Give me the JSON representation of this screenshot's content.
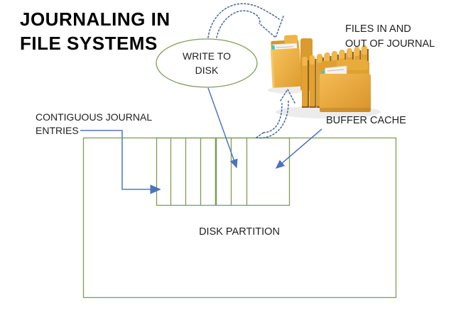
{
  "title": {
    "line1": "JOURNALING IN",
    "line2": "FILE SYSTEMS"
  },
  "write_to_disk": {
    "line1": "WRITE TO",
    "line2": "DISK"
  },
  "files_in_out": {
    "line1": "FILES IN AND",
    "line2": "OUT OF JOURNAL"
  },
  "buffer_cache": {
    "label": "BUFFER CACHE"
  },
  "contiguous_journal": {
    "line1": "CONTIGUOUS JOURNAL",
    "line2": "ENTRIES"
  },
  "disk_partition": {
    "label": "DISK PARTITION"
  },
  "journal_box": {
    "cell_count": 7,
    "divider_count": 6
  },
  "icons": {
    "folder_stack": "folder-stack-icon"
  },
  "colors": {
    "shape_outline_green": "#7F9D55",
    "elbow_connector_blue": "#6C8CC6",
    "straight_arrow_blue": "#4F77BD",
    "arrowhead_blue": "#4C74BA",
    "dotted_arrow_blue": "#44639B",
    "folder_gold": "#E2A134",
    "folder_tab_gold": "#F0B84C",
    "folder_shadow_brown": "#8F6212",
    "paper_white": "#F5F3ED",
    "clip_teal": "#3FC8C4",
    "title_text": "#000000",
    "label_text": "#1F1F1F"
  }
}
